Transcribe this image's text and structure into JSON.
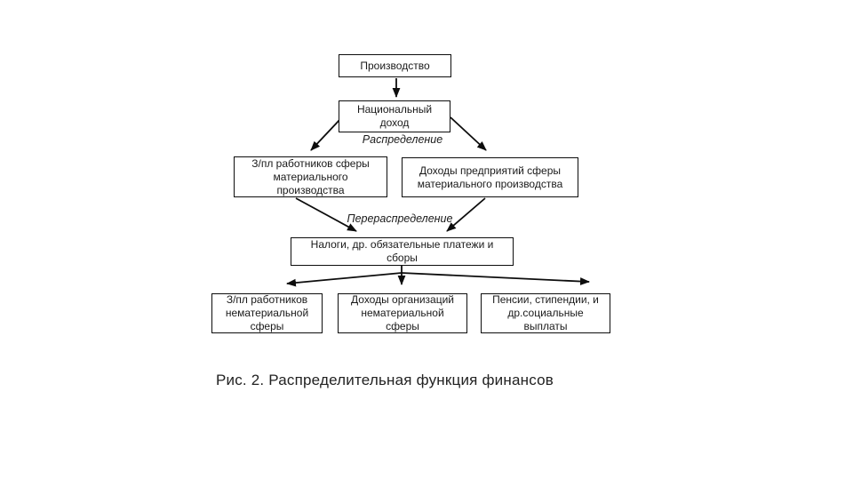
{
  "figure": {
    "caption": "Рис. 2. Распределительная функция финансов"
  },
  "diagram": {
    "nodes": {
      "production": {
        "label": "Производство",
        "lines": [
          "Производство"
        ]
      },
      "national_income": {
        "label": "Национальный доход",
        "lines": [
          "Национальный",
          "доход"
        ]
      },
      "wages_material": {
        "label": "З/пл работников сферы материального производства",
        "lines": [
          "З/пл работников сферы",
          "материального",
          "производства"
        ]
      },
      "income_material": {
        "label": "Доходы предприятий сферы материального производства",
        "lines": [
          "Доходы предприятий сферы",
          "материального производства"
        ]
      },
      "taxes": {
        "label": "Налоги, др. обязательные платежи и сборы",
        "lines": [
          "Налоги, др. обязательные платежи и",
          "сборы"
        ]
      },
      "wages_nonmaterial": {
        "label": "З/пл работников нематериальной сферы",
        "lines": [
          "З/пл работников",
          "нематериальной",
          "сферы"
        ]
      },
      "income_nonmaterial": {
        "label": "Доходы организаций нематериальной сферы",
        "lines": [
          "Доходы организаций",
          "нематериальной",
          "сферы"
        ]
      },
      "pensions": {
        "label": "Пенсии, стипендии, и др.социальные выплаты",
        "lines": [
          "Пенсии, стипендии, и",
          "др.социальные",
          "выплаты"
        ]
      }
    },
    "flow_labels": {
      "distribution": "Распределение",
      "redistribution": "Перераспределение"
    },
    "colors": {
      "line": "#0d0d0d",
      "box_border": "#0d0d0d",
      "text": "#1a1a1a",
      "background": "#ffffff"
    }
  }
}
